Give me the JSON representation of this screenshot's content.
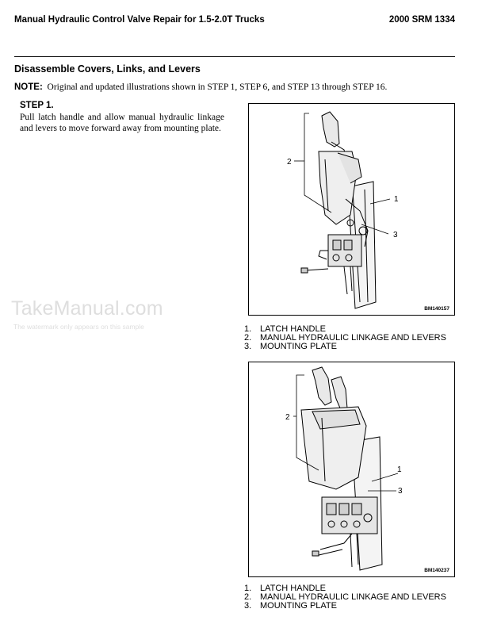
{
  "header": {
    "title": "Manual Hydraulic Control Valve Repair for 1.5-2.0T Trucks",
    "doc_ref": "2000 SRM 1334"
  },
  "section_title": "Disassemble Covers, Links, and Levers",
  "note": {
    "label": "NOTE:",
    "text": "Original and updated illustrations shown in STEP 1, STEP 6, and STEP 13 through STEP 16."
  },
  "step": {
    "title": "STEP 1.",
    "text": "Pull latch handle and allow manual hydraulic linkage and levers to move forward away from mounting plate."
  },
  "watermark": {
    "brand": "TakeManual.com",
    "sub": "The watermark only appears on this sample"
  },
  "figures": [
    {
      "code": "BM140157",
      "callouts": [
        "1",
        "2",
        "3"
      ],
      "legend": [
        {
          "num": "1.",
          "text": "LATCH HANDLE"
        },
        {
          "num": "2.",
          "text": "MANUAL HYDRAULIC LINKAGE AND LEVERS"
        },
        {
          "num": "3.",
          "text": "MOUNTING PLATE"
        }
      ]
    },
    {
      "code": "BM140237",
      "callouts": [
        "1",
        "2",
        "3"
      ],
      "legend": [
        {
          "num": "1.",
          "text": "LATCH HANDLE"
        },
        {
          "num": "2.",
          "text": "MANUAL HYDRAULIC LINKAGE AND LEVERS"
        },
        {
          "num": "3.",
          "text": "MOUNTING PLATE"
        }
      ]
    }
  ]
}
